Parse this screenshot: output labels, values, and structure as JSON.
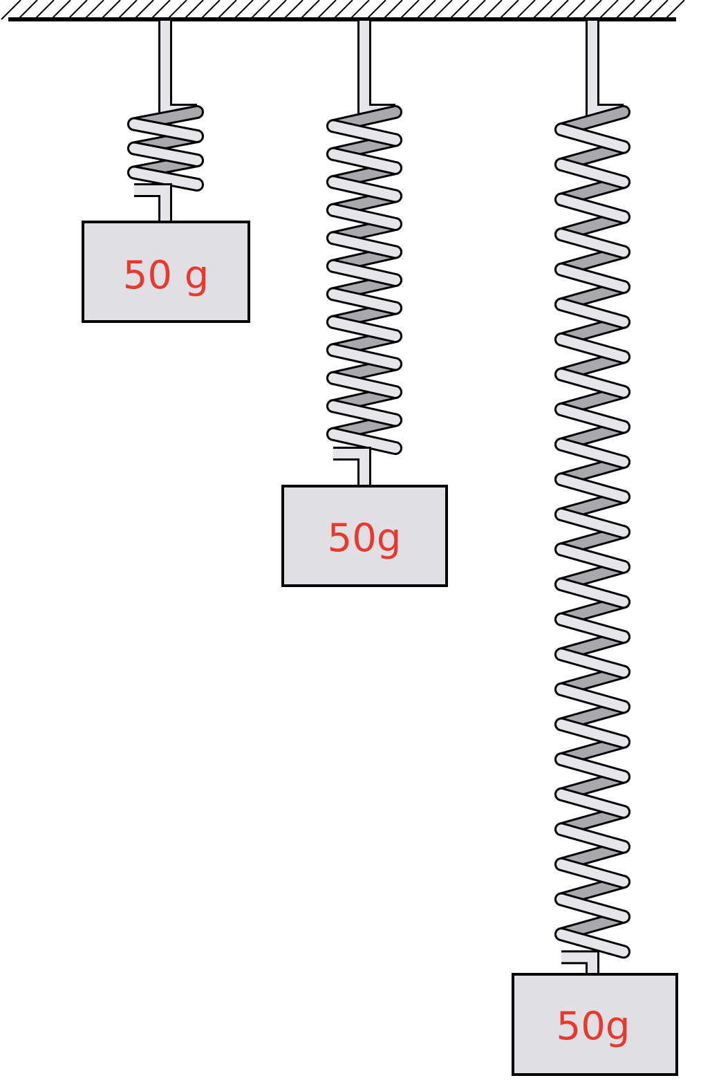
{
  "colors": {
    "background": "#ffffff",
    "outline": "#000000",
    "coil_front": "#e6e5ea",
    "coil_back": "#a9a8ad",
    "block_fill": "#e0dfe4",
    "label": "#e8392c"
  },
  "ceiling": {
    "hatched": true
  },
  "springs": [
    {
      "id": "spring-1",
      "coils": 3,
      "mass_label": "50 g"
    },
    {
      "id": "spring-2",
      "coils": 12,
      "mass_label": "50g"
    },
    {
      "id": "spring-3",
      "coils": 24,
      "mass_label": "50g"
    }
  ]
}
